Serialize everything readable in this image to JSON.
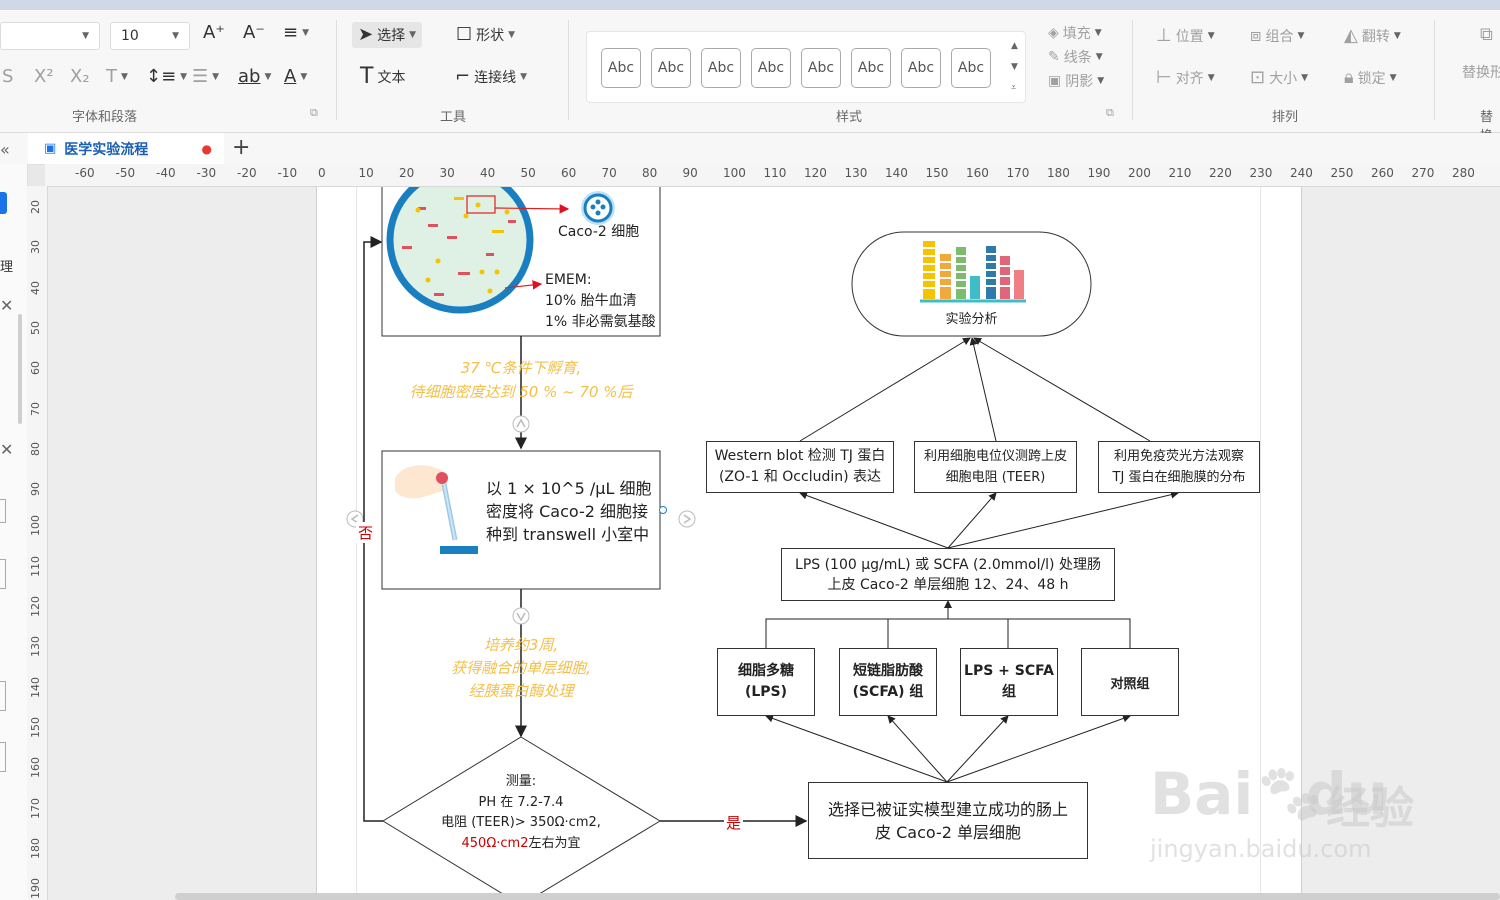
{
  "ribbon": {
    "font": {
      "size": "10",
      "group_label": "字体和段落"
    },
    "tools": {
      "select": "选择",
      "shape": "形状",
      "text": "文本",
      "connector": "连接线",
      "group_label": "工具"
    },
    "styles": {
      "swatches": [
        "Abc",
        "Abc",
        "Abc",
        "Abc",
        "Abc",
        "Abc",
        "Abc",
        "Abc"
      ],
      "group_label": "样式"
    },
    "format": {
      "fill": "填充",
      "line": "线条",
      "shadow": "阴影"
    },
    "arrange": {
      "position": "位置",
      "group": "组合",
      "flip": "翻转",
      "align": "对齐",
      "size": "大小",
      "lock": "锁定",
      "group_label": "排列"
    },
    "replace": {
      "label": "替换形",
      "group_label": "替换"
    }
  },
  "tabs": {
    "doc_title": "医学实验流程",
    "add_label": "+"
  },
  "left_panel": {
    "label": "理"
  },
  "rulers": {
    "h": [
      "-60",
      "-50",
      "-40",
      "-30",
      "-20",
      "-10",
      "0",
      "10",
      "20",
      "30",
      "40",
      "50",
      "60",
      "70",
      "80",
      "90",
      "100",
      "110",
      "120",
      "130",
      "140",
      "150",
      "160",
      "170",
      "180",
      "190",
      "200",
      "210",
      "220",
      "230",
      "240",
      "250",
      "260",
      "270",
      "280"
    ],
    "v": [
      "20",
      "30",
      "40",
      "50",
      "60",
      "70",
      "80",
      "90",
      "100",
      "110",
      "120",
      "130",
      "140",
      "150",
      "160",
      "170",
      "180",
      "190"
    ]
  },
  "diagram": {
    "caco_label": "Caco-2 细胞",
    "emem_title": "EMEM:",
    "emem_line1": "10% 胎牛血清",
    "emem_line2": "1% 非必需氨基酸",
    "note1_line1": "37 ℃条件下孵育,",
    "note1_line2": "待细胞密度达到 50 % ~ 70 %后",
    "seed_line1": "以 1 × 10^5 /μL 细胞",
    "seed_line2": "密度将 Caco-2 细胞接",
    "seed_line3": "种到 transwell 小室中",
    "note2_line1": "培养约3周,",
    "note2_line2": "获得融合的单层细胞,",
    "note2_line3": "经胰蛋白酶处理",
    "measure_title": "测量:",
    "measure_ph": "PH 在 7.2-7.4",
    "measure_teer": "电阻 (TEER)> 350Ω·cm2,",
    "measure_red": "450Ω·cm2",
    "measure_suffix": "左右为宜",
    "no_label": "否",
    "yes_label": "是",
    "select_box_line1": "选择已被证实模型建立成功的肠上",
    "select_box_line2": "皮 Caco-2 单层细胞",
    "group1_line1": "细脂多糖",
    "group1_line2": "(LPS)",
    "group2_line1": "短链脂肪酸",
    "group2_line2": "(SCFA) 组",
    "group3_line1": "LPS + SCFA",
    "group3_line2": "组",
    "group4": "对照组",
    "treat_line1": "LPS (100 μg/mL) 或 SCFA (2.0mmol/l) 处理肠",
    "treat_line2": "上皮 Caco-2 单层细胞 12、24、48 h",
    "wb_line1": "Western blot 检测 TJ 蛋白",
    "wb_line2": "(ZO-1 和 Occludin) 表达",
    "teer_line1": "利用细胞电位仪测跨上皮",
    "teer_line2": "细胞电阻 (TEER)",
    "if_line1": "利用免疫荧光方法观察",
    "if_line2": "TJ 蛋白在细胞膜的分布",
    "analysis": "实验分析"
  },
  "watermark": {
    "brand": "Bai",
    "brand2": "du",
    "product": "经验",
    "url": "jingyan.baidu.com"
  },
  "colors": {
    "red": "#cc0000",
    "note": "#f2c04a",
    "dish": "#1a7fc1",
    "accent": "#1a73e8"
  }
}
